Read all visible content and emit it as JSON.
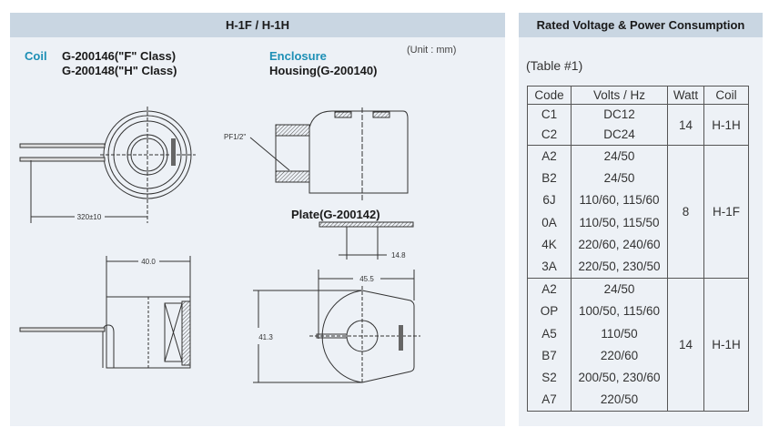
{
  "left_panel": {
    "title": "H-1F / H-1H",
    "coil_label": "Coil",
    "coil_parts": [
      "G-200146(\"F\" Class)",
      "G-200148(\"H\" Class)"
    ],
    "enclosure_label": "Enclosure",
    "housing": "Housing(G-200140)",
    "unit": "(Unit : mm)",
    "plate": "Plate(G-200142)",
    "dims": {
      "lead_length": "320±10",
      "thread": "PF1/2\"",
      "plate_bore": "14.8",
      "coil_length": "40.0",
      "width": "45.5",
      "height": "41.3"
    }
  },
  "right_panel": {
    "title": "Rated Voltage & Power Consumption",
    "table_caption": "(Table #1)",
    "headers": [
      "Code",
      "Volts / Hz",
      "Watt",
      "Coil"
    ],
    "groups": [
      {
        "watt": "14",
        "coil": "H-1H",
        "rows": [
          [
            "C1",
            "DC12"
          ],
          [
            "C2",
            "DC24"
          ]
        ]
      },
      {
        "watt": "8",
        "coil": "H-1F",
        "rows": [
          [
            "A2",
            "24/50"
          ],
          [
            "B2",
            "24/50"
          ],
          [
            "6J",
            "110/60, 115/60"
          ],
          [
            "0A",
            "110/50, 115/50"
          ],
          [
            "4K",
            "220/60, 240/60"
          ],
          [
            "3A",
            "220/50, 230/50"
          ]
        ]
      },
      {
        "watt": "14",
        "coil": "H-1H",
        "rows": [
          [
            "A2",
            "24/50"
          ],
          [
            "OP",
            "100/50, 115/60"
          ],
          [
            "A5",
            "110/50"
          ],
          [
            "B7",
            "220/60"
          ],
          [
            "S2",
            "200/50, 230/60"
          ],
          [
            "A7",
            "220/50"
          ]
        ]
      }
    ]
  }
}
